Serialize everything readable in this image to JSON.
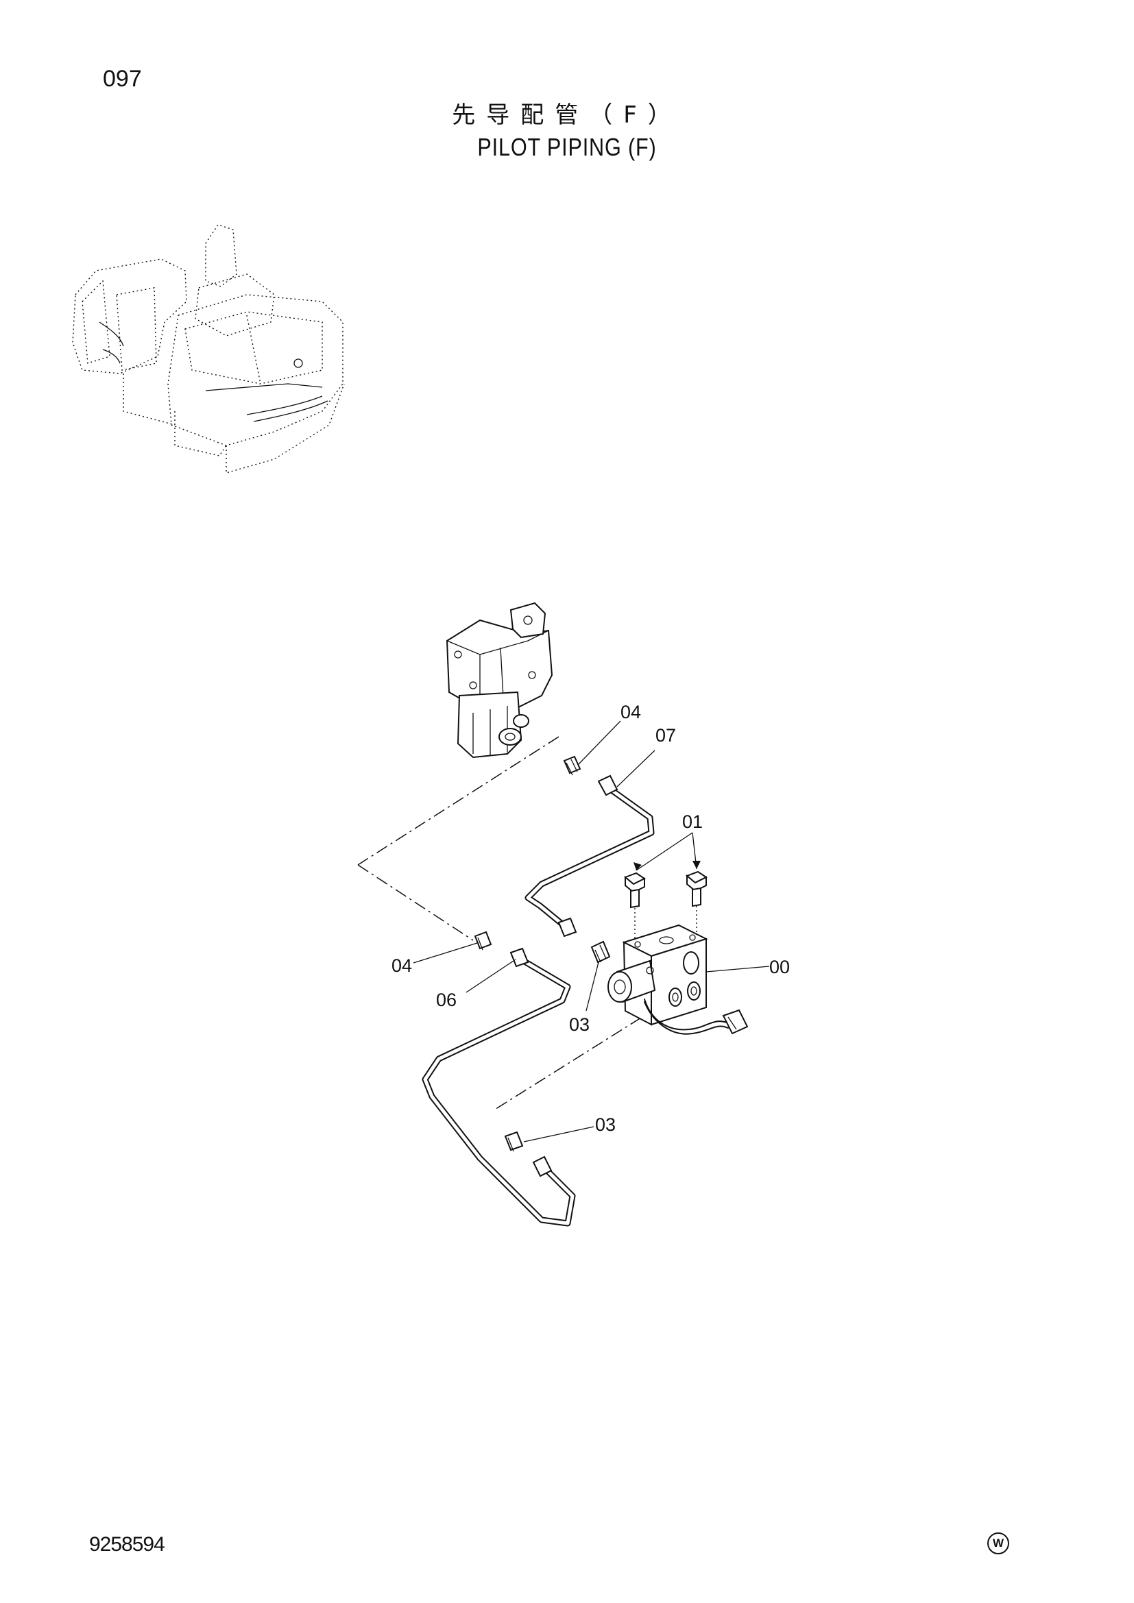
{
  "page": {
    "number": "097",
    "title_cn": "先导配管（F）",
    "title_en": "PILOT PIPING (F)",
    "doc_number": "9258594",
    "mark": "W"
  },
  "callouts": [
    {
      "id": "top-04",
      "text": "04"
    },
    {
      "id": "top-07",
      "text": "07"
    },
    {
      "id": "bolt-01",
      "text": "01"
    },
    {
      "id": "valve-00",
      "text": "00"
    },
    {
      "id": "left-04",
      "text": "04"
    },
    {
      "id": "left-06",
      "text": "06"
    },
    {
      "id": "mid-03",
      "text": "03"
    },
    {
      "id": "low-03",
      "text": "03"
    }
  ]
}
